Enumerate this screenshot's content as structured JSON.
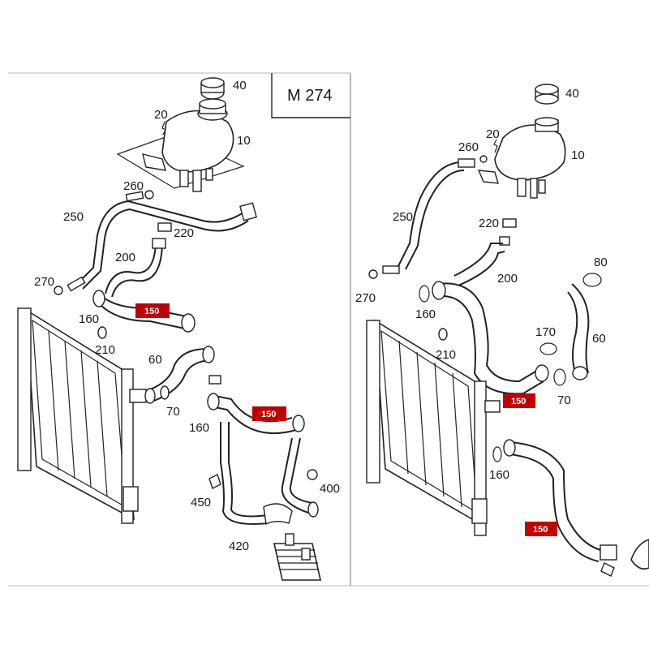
{
  "title": "M 274",
  "colors": {
    "highlight": "#c00000",
    "line": "#222222",
    "background": "#ffffff"
  },
  "left_panel": {
    "labels": [
      "40",
      "20",
      "10",
      "260",
      "250",
      "220",
      "200",
      "270",
      "160",
      "150",
      "210",
      "60",
      "70",
      "160",
      "150",
      "400",
      "450",
      "420"
    ]
  },
  "right_panel": {
    "labels": [
      "40",
      "20",
      "260",
      "10",
      "250",
      "220",
      "200",
      "80",
      "270",
      "160",
      "170",
      "60",
      "210",
      "70",
      "150",
      "160",
      "150"
    ]
  }
}
